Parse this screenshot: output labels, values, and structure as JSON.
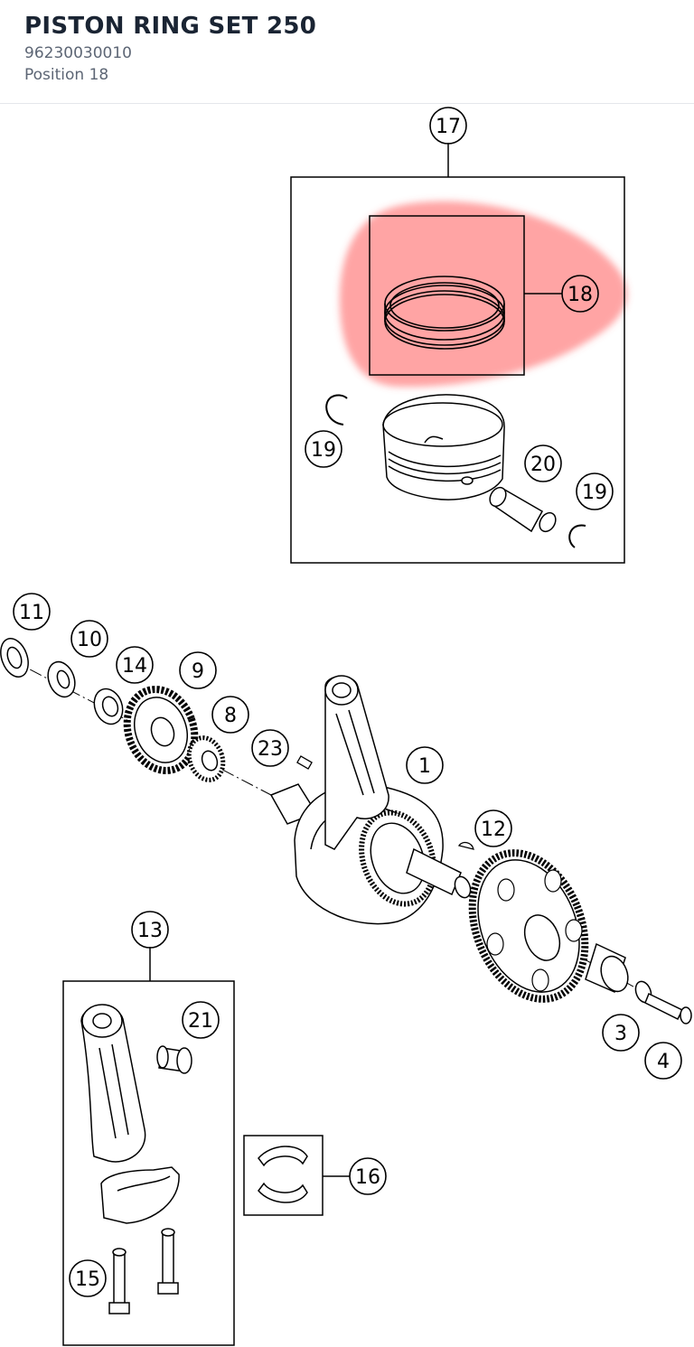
{
  "header": {
    "title": "PISTON RING SET 250",
    "part_number": "96230030010",
    "position": "Position 18"
  },
  "highlight": {
    "color": "#ff5a5a",
    "callout": "18"
  },
  "callouts": [
    {
      "id": "c17",
      "label": "17"
    },
    {
      "id": "c18",
      "label": "18"
    },
    {
      "id": "c19a",
      "label": "19"
    },
    {
      "id": "c20",
      "label": "20"
    },
    {
      "id": "c19b",
      "label": "19"
    },
    {
      "id": "c11",
      "label": "11"
    },
    {
      "id": "c10",
      "label": "10"
    },
    {
      "id": "c14",
      "label": "14"
    },
    {
      "id": "c9",
      "label": "9"
    },
    {
      "id": "c8",
      "label": "8"
    },
    {
      "id": "c23",
      "label": "23"
    },
    {
      "id": "c1",
      "label": "1"
    },
    {
      "id": "c12",
      "label": "12"
    },
    {
      "id": "c13",
      "label": "13"
    },
    {
      "id": "c21",
      "label": "21"
    },
    {
      "id": "c3",
      "label": "3"
    },
    {
      "id": "c4",
      "label": "4"
    },
    {
      "id": "c16",
      "label": "16"
    },
    {
      "id": "c15",
      "label": "15"
    }
  ]
}
